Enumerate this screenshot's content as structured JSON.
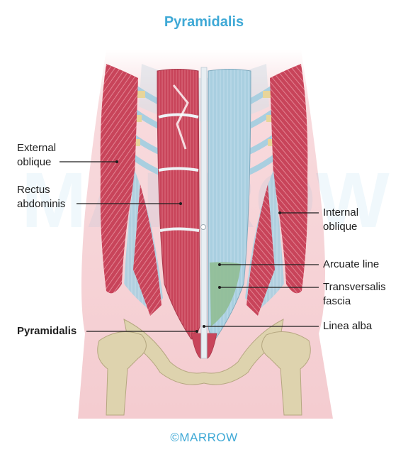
{
  "title": "Pyramidalis",
  "labels": {
    "external_oblique": [
      "External",
      "oblique"
    ],
    "rectus_abdominis": [
      "Rectus",
      "abdominis"
    ],
    "pyramidalis": "Pyramidalis",
    "internal_oblique": [
      "Internal",
      "oblique"
    ],
    "arcuate_line": "Arcuate line",
    "transversalis_fascia": [
      "Transversalis",
      "fascia"
    ],
    "linea_alba": "Linea alba"
  },
  "watermark": "MARROW",
  "copyright": "©MARROW",
  "colors": {
    "title": "#3fa9d6",
    "muscle": "#c8445a",
    "muscle_light": "#e07a8a",
    "fascia": "#a9cfe0",
    "bone": "#ded3ae",
    "skin": "#f4ccd0",
    "cartilage": "#e8d59a",
    "transversalis": "#8fbc8f"
  }
}
